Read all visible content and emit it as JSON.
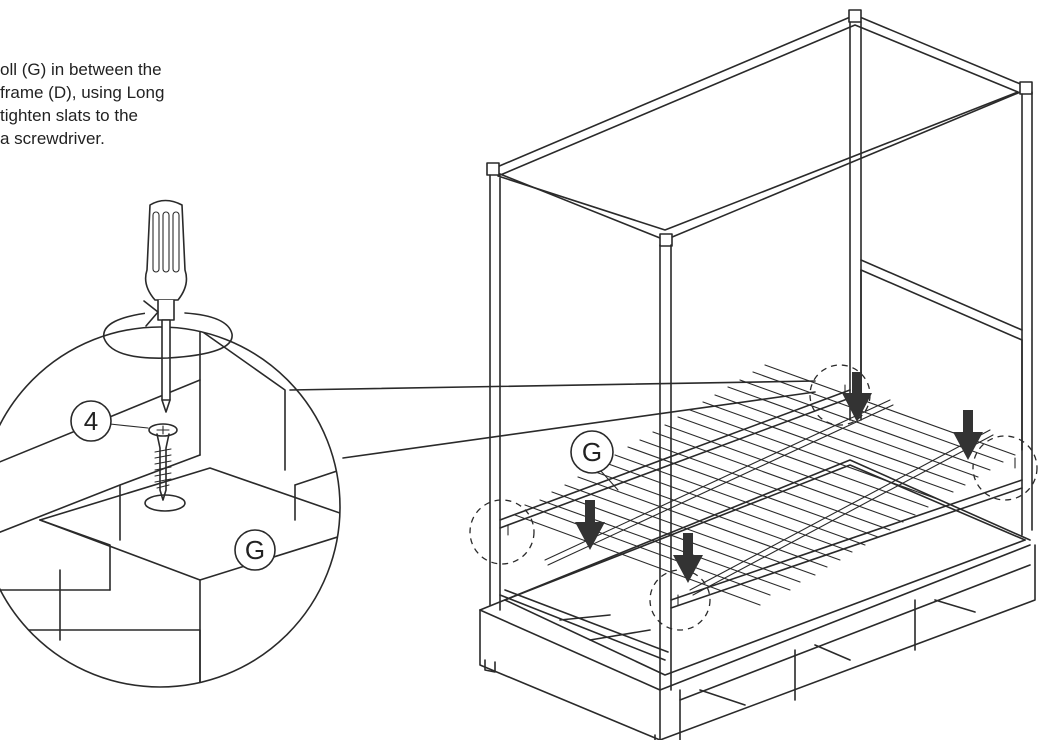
{
  "instructions": {
    "lines": [
      "oll (G) in between the",
      "frame (D), using Long",
      "tighten slats to the",
      "a screwdriver."
    ]
  },
  "callouts": {
    "screw_number": "4",
    "detail_part": "G",
    "frame_part": "G"
  },
  "colors": {
    "ink": "#2a2a2a",
    "background": "#ffffff"
  },
  "icons": [
    "screwdriver-icon",
    "screw-icon",
    "rotation-arrow-icon",
    "down-arrow-icon",
    "bed-frame-illustration"
  ]
}
